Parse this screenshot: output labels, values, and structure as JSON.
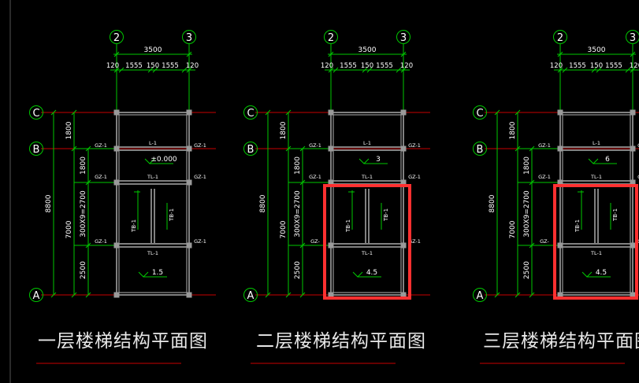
{
  "colors": {
    "background": "#000000",
    "dim_line": "#00c800",
    "grid_line": "#c80000",
    "structure": "#ffffff",
    "text": "#ffffff",
    "title": "#e8e8e8",
    "title_underline": "#c80000",
    "highlight": "#ff3030",
    "column_fill": "#9a9a9a"
  },
  "axes": {
    "col_left": "2",
    "col_right": "3",
    "row_top": "C",
    "row_mid": "B",
    "row_bot": "A"
  },
  "dims": {
    "total_width": "3500",
    "segments": [
      "120",
      "1555",
      "150",
      "1555",
      "120"
    ],
    "overall_height": "8800",
    "left_dim": "7000",
    "cb": "1800",
    "b_tl": "1800",
    "stair_run": "300X9=2700",
    "bottom_bay": "2500"
  },
  "labels": {
    "gz": "GZ-1",
    "gz_short": "GZ-",
    "l1": "L-1",
    "tl1": "TL-1",
    "tb1": "TB-1"
  },
  "plans": [
    {
      "title": "一层楼梯结构平面图",
      "upper_elev": "±0.000",
      "lower_elev": "1.5",
      "highlighted": false
    },
    {
      "title": "二层楼梯结构平面图",
      "upper_elev": "3",
      "lower_elev": "4.5",
      "highlighted": true
    },
    {
      "title": "三层楼梯结构平面图",
      "upper_elev": "6",
      "lower_elev": "4.5",
      "highlighted": true
    }
  ]
}
